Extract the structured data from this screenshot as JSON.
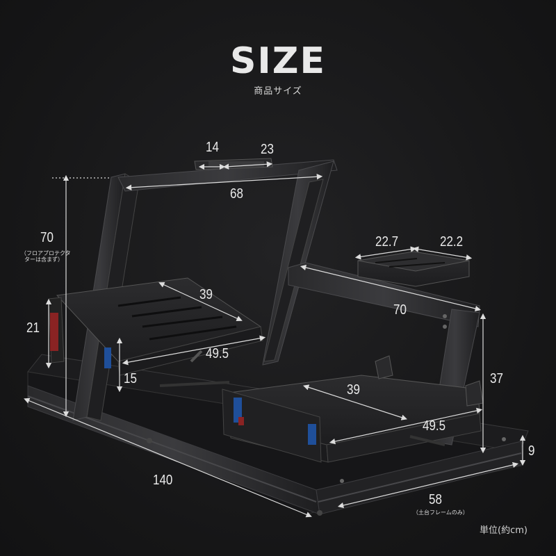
{
  "header": {
    "title": "SIZE",
    "subtitle": "商品サイズ"
  },
  "dimensions": {
    "top_small_width": "14",
    "top_small_depth": "23",
    "frame_width": "68",
    "frame_height": "70",
    "frame_height_note_line1": "（フロアプロテクタ",
    "frame_height_note_line2": "ターは含まず）",
    "pedal_plate_depth": "39",
    "pedal_plate_width": "49.5",
    "pedal_bracket_height": "21",
    "pedal_side_height": "15",
    "shifter_plate_depth": "22.7",
    "shifter_plate_width": "22.2",
    "rear_bar_width": "70",
    "seat_plate_depth": "39",
    "seat_plate_width": "49.5",
    "rear_height": "37",
    "base_height": "9",
    "total_length": "140",
    "base_width": "58",
    "base_width_note": "（土台フレームのみ）"
  },
  "unit_label": "単位(約cm)"
}
